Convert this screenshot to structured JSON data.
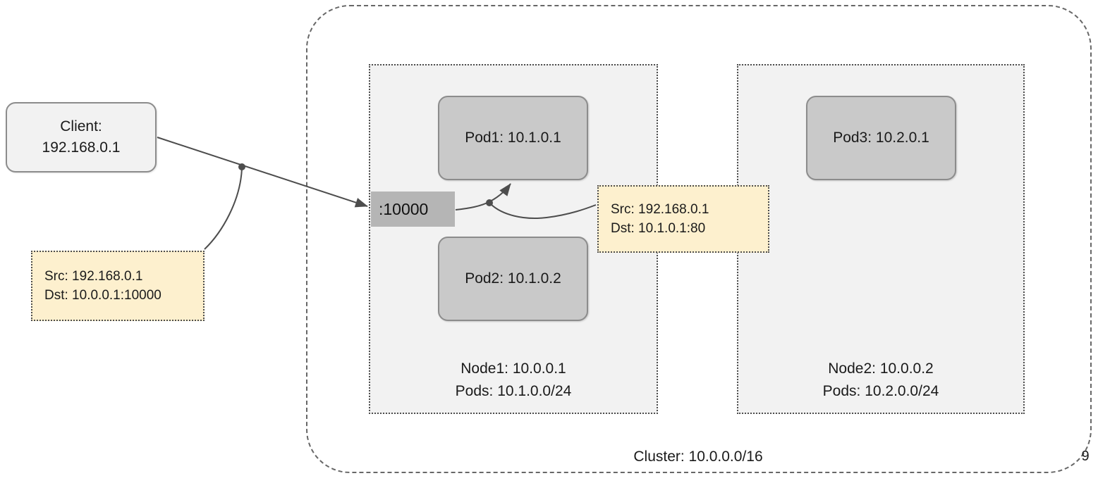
{
  "diagram": {
    "page_number": "9",
    "colors": {
      "pod_fill": "#c9c9c9",
      "pod_stroke": "#8c8c8c",
      "node_fill": "#f2f2f2",
      "node_stroke": "#4d4d4d",
      "client_fill": "#f2f2f2",
      "note_fill": "#fdf0ce",
      "note_stroke": "#4d4d4d",
      "service_chip_fill": "#b5b5b5",
      "connector_stroke": "#4d4d4d",
      "cluster_stroke": "#676767",
      "text": "#1a1a1a"
    },
    "cluster": {
      "label": "Cluster: 10.0.0.0/16"
    },
    "client": {
      "line1": "Client:",
      "line2": "192.168.0.1"
    },
    "service": {
      "port_label": ":10000"
    },
    "nodes": [
      {
        "id": "node1",
        "name_line": "Node1: 10.0.0.1",
        "pods_line": "Pods: 10.1.0.0/24",
        "pods": [
          {
            "id": "pod1",
            "label": "Pod1: 10.1.0.1"
          },
          {
            "id": "pod2",
            "label": "Pod2: 10.1.0.2"
          }
        ]
      },
      {
        "id": "node2",
        "name_line": "Node2: 10.0.0.2",
        "pods_line": "Pods: 10.2.0.0/24",
        "pods": [
          {
            "id": "pod3",
            "label": "Pod3: 10.2.0.1"
          }
        ]
      }
    ],
    "notes": [
      {
        "id": "note-client",
        "src": "Src: 192.168.0.1",
        "dst": "Dst: 10.0.0.1:10000"
      },
      {
        "id": "note-pod",
        "src": "Src: 192.168.0.1",
        "dst": "Dst: 10.1.0.1:80"
      }
    ]
  }
}
